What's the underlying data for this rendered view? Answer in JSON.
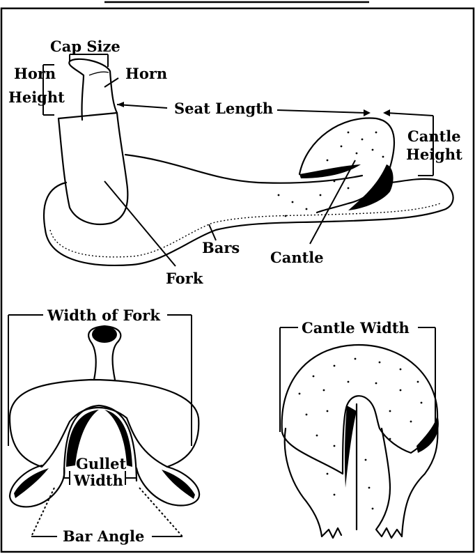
{
  "labels": {
    "cap_size": "Cap Size",
    "horn_height_1": "Horn",
    "horn_height_2": "Height",
    "horn": "Horn",
    "seat_length": "Seat Length",
    "cantle_height_1": "Cantle",
    "cantle_height_2": "Height",
    "bars": "Bars",
    "cantle": "Cantle",
    "fork": "Fork",
    "width_of_fork": "Width of Fork",
    "cantle_width": "Cantle Width",
    "gullet_width_1": "Gullet",
    "gullet_width_2": "Width",
    "bar_angle": "Bar Angle"
  },
  "colors": {
    "ink": "#000000",
    "background": "#ffffff"
  }
}
